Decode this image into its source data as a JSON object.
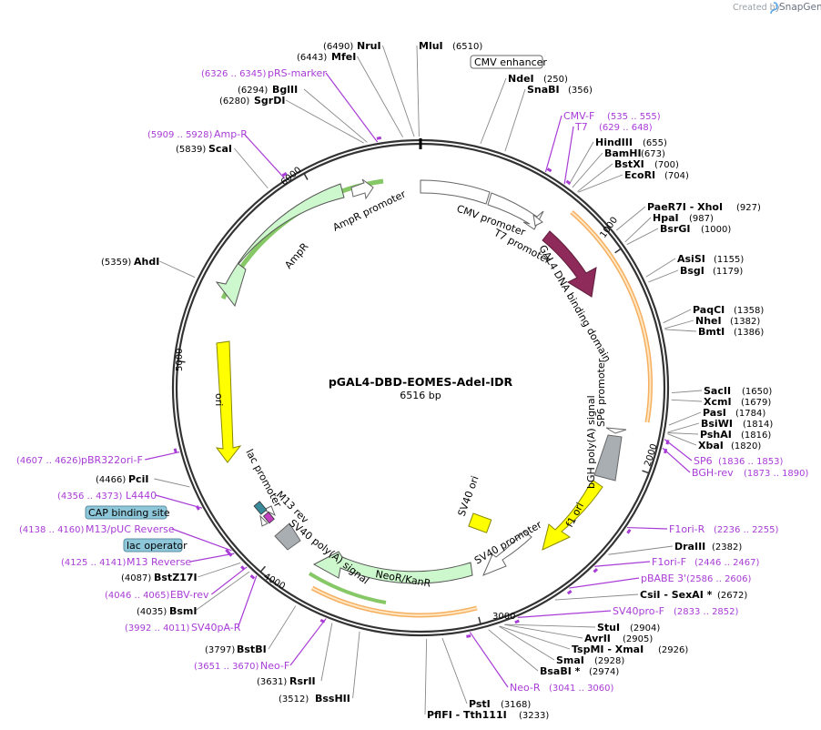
{
  "header": {
    "created_by": "Created by",
    "brand": "SnapGene"
  },
  "plasmid": {
    "name": "pGAL4-DBD-EOMES-AdeI-IDR",
    "size": "6516 bp",
    "length_bp": 6516
  },
  "ticks": [
    {
      "bp": 1000,
      "label": "1000"
    },
    {
      "bp": 2000,
      "label": "2000"
    },
    {
      "bp": 3000,
      "label": "3000"
    },
    {
      "bp": 4000,
      "label": "4000"
    },
    {
      "bp": 5000,
      "label": "5000"
    },
    {
      "bp": 6000,
      "label": "6000"
    }
  ],
  "features": [
    {
      "name": "CMV enhancer",
      "kind": "enhancer",
      "color": "#ffffff"
    },
    {
      "name": "CMV promoter",
      "kind": "promoter",
      "color": "#ffffff"
    },
    {
      "name": "T7 promoter",
      "kind": "promoter",
      "color": "#ffffff"
    },
    {
      "name": "GAL4 DNA binding domain",
      "kind": "cds",
      "color": "#8e2b5a"
    },
    {
      "name": "SP6 promoter",
      "kind": "promoter",
      "color": "#ffffff"
    },
    {
      "name": "bGH poly(A) signal",
      "kind": "terminator",
      "color": "#a9aeb3"
    },
    {
      "name": "f1 ori",
      "kind": "origin",
      "color": "#ffff00"
    },
    {
      "name": "SV40 ori",
      "kind": "origin",
      "color": "#ffff00"
    },
    {
      "name": "SV40 promoter",
      "kind": "promoter",
      "color": "#ffffff"
    },
    {
      "name": "NeoR/KanR",
      "kind": "cds",
      "color": "#cdf7cc"
    },
    {
      "name": "SV40 poly(A) signal",
      "kind": "terminator",
      "color": "#a9aeb3"
    },
    {
      "name": "M13 rev",
      "kind": "primer_bind",
      "color": "#ffffff"
    },
    {
      "name": "lac promoter",
      "kind": "promoter",
      "color": "#ffffff"
    },
    {
      "name": "ori",
      "kind": "origin",
      "color": "#ffff00"
    },
    {
      "name": "AmpR",
      "kind": "cds",
      "color": "#cdf7cc"
    },
    {
      "name": "AmpR promoter",
      "kind": "promoter",
      "color": "#ffffff"
    }
  ],
  "boxed_labels": [
    {
      "name": "CMV enhancer",
      "color": "#ffffff"
    },
    {
      "name": "CAP binding site",
      "color": "#8ec7d9"
    },
    {
      "name": "lac operator",
      "color": "#8ec7d9"
    }
  ],
  "enzymes": [
    {
      "name": "NruI",
      "pos": "(6490)"
    },
    {
      "name": "MfeI",
      "pos": "(6443)"
    },
    {
      "name": "MluI",
      "pos": "(6510)"
    },
    {
      "name": "BglII",
      "pos": "(6294)"
    },
    {
      "name": "SgrDI",
      "pos": "(6280)"
    },
    {
      "name": "NdeI",
      "pos": "(250)"
    },
    {
      "name": "SnaBI",
      "pos": "(356)"
    },
    {
      "name": "ScaI",
      "pos": "(5839)"
    },
    {
      "name": "HindIII",
      "pos": "(655)"
    },
    {
      "name": "BamHI",
      "pos": "(673)"
    },
    {
      "name": "BstXI",
      "pos": "(700)"
    },
    {
      "name": "EcoRI",
      "pos": "(704)"
    },
    {
      "name": "PaeR7I - XhoI",
      "pos": "(927)"
    },
    {
      "name": "HpaI",
      "pos": "(987)"
    },
    {
      "name": "BsrGI",
      "pos": "(1000)"
    },
    {
      "name": "AhdI",
      "pos": "(5359)"
    },
    {
      "name": "AsiSI",
      "pos": "(1155)"
    },
    {
      "name": "BsgI",
      "pos": "(1179)"
    },
    {
      "name": "PaqCI",
      "pos": "(1358)"
    },
    {
      "name": "NheI",
      "pos": "(1382)"
    },
    {
      "name": "BmtI",
      "pos": "(1386)"
    },
    {
      "name": "SacII",
      "pos": "(1650)"
    },
    {
      "name": "XcmI",
      "pos": "(1679)"
    },
    {
      "name": "PasI",
      "pos": "(1784)"
    },
    {
      "name": "BsiWI",
      "pos": "(1814)"
    },
    {
      "name": "PshAI",
      "pos": "(1816)"
    },
    {
      "name": "XbaI",
      "pos": "(1820)"
    },
    {
      "name": "PciI",
      "pos": "(4466)"
    },
    {
      "name": "DraIII",
      "pos": "(2382)"
    },
    {
      "name": "CsiI - SexAI *",
      "pos": "(2672)"
    },
    {
      "name": "BstZ17I",
      "pos": "(4087)"
    },
    {
      "name": "StuI",
      "pos": "(2904)"
    },
    {
      "name": "AvrII",
      "pos": "(2905)"
    },
    {
      "name": "BsmI",
      "pos": "(4035)"
    },
    {
      "name": "TspMI - XmaI",
      "pos": "(2926)"
    },
    {
      "name": "SmaI",
      "pos": "(2928)"
    },
    {
      "name": "BsaBI *",
      "pos": "(2974)"
    },
    {
      "name": "BstBI",
      "pos": "(3797)"
    },
    {
      "name": "RsrII",
      "pos": "(3631)"
    },
    {
      "name": "BssHII",
      "pos": "(3512)"
    },
    {
      "name": "PstI",
      "pos": "(3168)"
    },
    {
      "name": "PflFI - Tth111I",
      "pos": "(3233)"
    }
  ],
  "primers": [
    {
      "name": "pRS-marker",
      "pos": "(6326 .. 6345)"
    },
    {
      "name": "Amp-R",
      "pos": "(5909 .. 5928)"
    },
    {
      "name": "CMV-F",
      "pos": "(535 .. 555)"
    },
    {
      "name": "T7",
      "pos": "(629 .. 648)"
    },
    {
      "name": "SP6",
      "pos": "(1836 .. 1853)"
    },
    {
      "name": "BGH-rev",
      "pos": "(1873 .. 1890)"
    },
    {
      "name": "pBR322ori-F",
      "pos": "(4607 .. 4626)"
    },
    {
      "name": "L4440",
      "pos": "(4356 .. 4373)"
    },
    {
      "name": "M13/pUC Reverse",
      "pos": "(4138 .. 4160)"
    },
    {
      "name": "M13 Reverse",
      "pos": "(4125 .. 4141)"
    },
    {
      "name": "F1ori-R",
      "pos": "(2236 .. 2255)"
    },
    {
      "name": "F1ori-F",
      "pos": "(2446 .. 2467)"
    },
    {
      "name": "pBABE 3'",
      "pos": "(2586 .. 2606)"
    },
    {
      "name": "EBV-rev",
      "pos": "(4046 .. 4065)"
    },
    {
      "name": "SV40pro-F",
      "pos": "(2833 .. 2852)"
    },
    {
      "name": "SV40pA-R",
      "pos": "(3992 .. 4011)"
    },
    {
      "name": "Neo-F",
      "pos": "(3651 .. 3670)"
    },
    {
      "name": "Neo-R",
      "pos": "(3041 .. 3060)"
    }
  ],
  "colors": {
    "backbone": "#333333",
    "cut_line": "#888888",
    "primer": "#a83cd6",
    "orf_outline": "#ffb84c",
    "origin_marker": "#000000"
  }
}
